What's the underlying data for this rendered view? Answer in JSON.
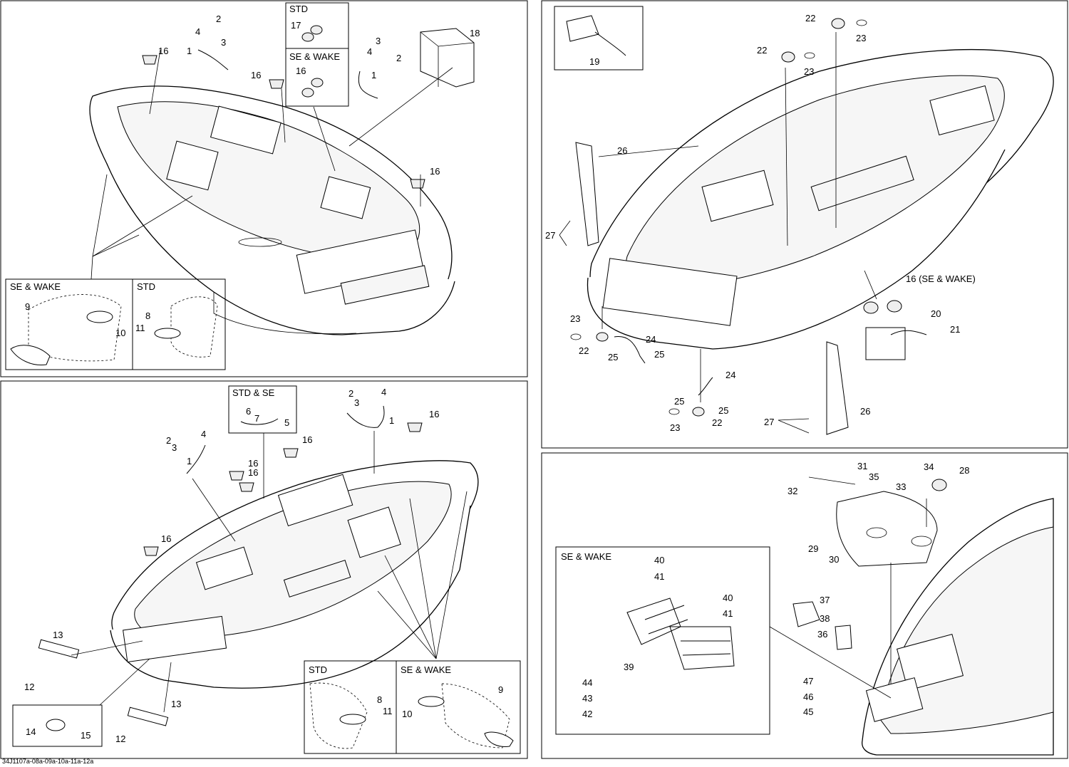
{
  "footer": "34J1107a-08a-09a-10a-11a-12a",
  "panel1": {
    "insets": {
      "std": "STD",
      "se_wake": "SE & WAKE",
      "bottom_se_wake": "SE & WAKE",
      "bottom_std": "STD"
    },
    "callouts": [
      "16",
      "2",
      "4",
      "3",
      "1",
      "17",
      "16",
      "16",
      "4",
      "3",
      "2",
      "1",
      "18",
      "16",
      "9",
      "10",
      "8",
      "11"
    ]
  },
  "panel2": {
    "insets": {
      "std_se": "STD & SE",
      "std": "STD",
      "se_wake": "SE & WAKE"
    },
    "callouts": [
      "2",
      "4",
      "3",
      "1",
      "6",
      "7",
      "5",
      "16",
      "2",
      "3",
      "4",
      "1",
      "16",
      "16",
      "16",
      "16",
      "13",
      "12",
      "14",
      "15",
      "12",
      "13",
      "8",
      "11",
      "10",
      "9"
    ]
  },
  "panel3": {
    "callouts": [
      "19",
      "22",
      "23",
      "22",
      "23",
      "26",
      "27",
      "16 (SE & WAKE)",
      "20",
      "21",
      "23",
      "22",
      "24",
      "25",
      "25",
      "24",
      "25",
      "25",
      "23",
      "22",
      "26",
      "27"
    ]
  },
  "panel4": {
    "insets": {
      "se_wake": "SE & WAKE"
    },
    "callouts": [
      "31",
      "35",
      "34",
      "28",
      "32",
      "33",
      "29",
      "30",
      "40",
      "41",
      "40",
      "41",
      "39",
      "37",
      "38",
      "36",
      "44",
      "43",
      "42",
      "47",
      "46",
      "45"
    ]
  }
}
